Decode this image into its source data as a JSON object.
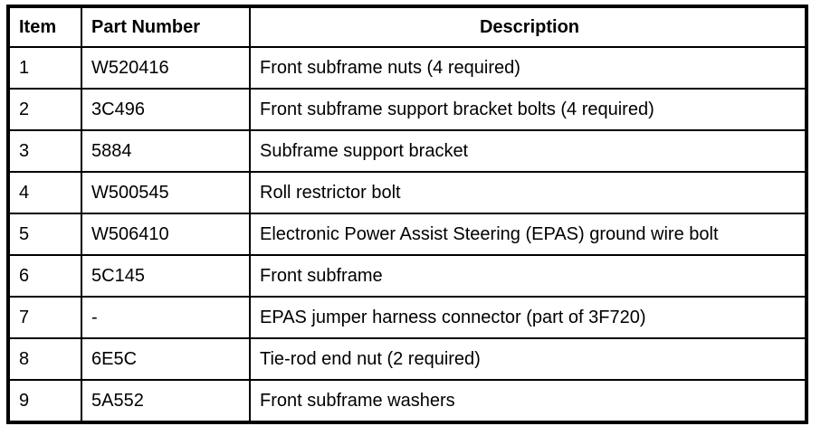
{
  "table": {
    "columns": [
      {
        "label": "Item"
      },
      {
        "label": "Part Number"
      },
      {
        "label": "Description"
      }
    ],
    "rows": [
      {
        "item": "1",
        "part_number": "W520416",
        "description": "Front subframe nuts (4 required)"
      },
      {
        "item": "2",
        "part_number": "3C496",
        "description": "Front subframe support bracket bolts (4 required)"
      },
      {
        "item": "3",
        "part_number": "5884",
        "description": "Subframe support bracket"
      },
      {
        "item": "4",
        "part_number": "W500545",
        "description": "Roll restrictor bolt"
      },
      {
        "item": "5",
        "part_number": "W506410",
        "description": "Electronic Power Assist Steering (EPAS) ground wire bolt"
      },
      {
        "item": "6",
        "part_number": "5C145",
        "description": "Front subframe"
      },
      {
        "item": "7",
        "part_number": "-",
        "description": "EPAS jumper harness connector (part of 3F720)"
      },
      {
        "item": "8",
        "part_number": "6E5C",
        "description": "Tie-rod end nut (2 required)"
      },
      {
        "item": "9",
        "part_number": "5A552",
        "description": "Front subframe washers"
      }
    ],
    "colors": {
      "border": "#000000",
      "text": "#000000",
      "background": "#ffffff"
    }
  }
}
